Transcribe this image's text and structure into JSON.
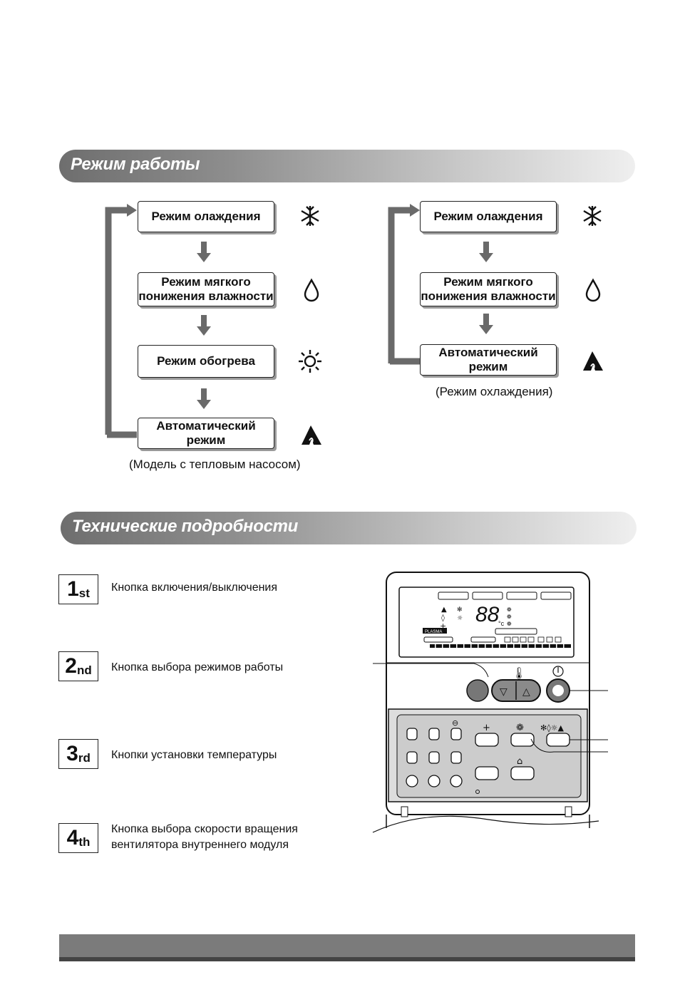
{
  "section1": {
    "title": "Режим работы"
  },
  "left_flow": {
    "items": [
      {
        "label": "Режим олаждения",
        "icon": "snowflake-icon"
      },
      {
        "label": "Режим мягкого понижения влажности",
        "icon": "droplet-icon"
      },
      {
        "label": "Режим обогрева",
        "icon": "sun-icon"
      },
      {
        "label": "Автоматический режим",
        "icon": "auto-mode-icon"
      }
    ],
    "note": "(Модель с тепловым насосом)"
  },
  "right_flow": {
    "items": [
      {
        "label": "Режим олаждения",
        "icon": "snowflake-icon"
      },
      {
        "label": "Режим мягкого понижения влажности",
        "icon": "droplet-icon"
      },
      {
        "label": "Автоматический режим",
        "icon": "auto-mode-icon"
      }
    ],
    "note": "(Режим охлаждения)"
  },
  "section2": {
    "title": "Технические подробности"
  },
  "tech_items": [
    {
      "num": "1",
      "suffix": "st",
      "text": "Кнопка включения/выключения"
    },
    {
      "num": "2",
      "suffix": "nd",
      "text": "Кнопка выбора режимов работы"
    },
    {
      "num": "3",
      "suffix": "rd",
      "text": "Кнопки установки температуры"
    },
    {
      "num": "4",
      "suffix": "th",
      "text": "Кнопка выбора скорости вращения вентилятора внутреннего модуля"
    }
  ],
  "remote": {
    "display_temp": "88",
    "temp_unit": "°c",
    "plasma_label": "PLASMA"
  },
  "colors": {
    "bar_dark": "#6e6e6e",
    "bar_light": "#efefef",
    "arrow": "#6a6a6a",
    "footer": "#7b7b7b"
  }
}
